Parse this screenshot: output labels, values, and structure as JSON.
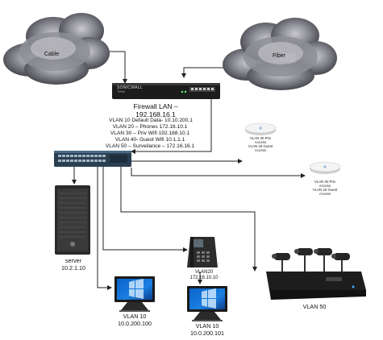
{
  "clouds": {
    "left": "Cable",
    "right": "Fiber"
  },
  "firewall": {
    "brand": "SONICWALL",
    "model": "TZ500",
    "title_line1": "Firewall LAN –",
    "title_line2": "192.168.16.1",
    "vlans": [
      "VLAN 10 Default Data-  10.10.200.1",
      "VLAN 20 – Phones 172.16.10.1",
      "VLAN 30 – Priv Wifi 192.168.10.1",
      "VLAN 40- Guest Wifi  10.1.1.1",
      "VLAN 50 – Surveilance – 172.16.16.1"
    ]
  },
  "access_points": [
    {
      "line1": "VLAN 30 Priv",
      "line2": "Access",
      "line3": "VLAN 40 Guest",
      "line4": "Access"
    },
    {
      "line1": "VLAN 30 Priv",
      "line2": "Access",
      "line3": "VLAN 40 Guest",
      "line4": "Access"
    }
  ],
  "server": {
    "name": "server",
    "ip": "10.2.1.10"
  },
  "phone": {
    "vlan": "VLAN20",
    "ip": "172.16.10.10"
  },
  "pc1": {
    "vlan": "VLAN 10",
    "ip": "10.0.200.100"
  },
  "pc2": {
    "vlan": "VLAN 10",
    "ip": "10.0.200.101"
  },
  "nvr": {
    "label": "VLAN 50"
  },
  "colors": {
    "cloud_dark": "#3e3e46",
    "cloud_mid": "#7a7a82",
    "cloud_light": "#b7b7bd",
    "device_dark": "#222222",
    "switch_blue": "#2e5b7a",
    "line": "#222222"
  }
}
